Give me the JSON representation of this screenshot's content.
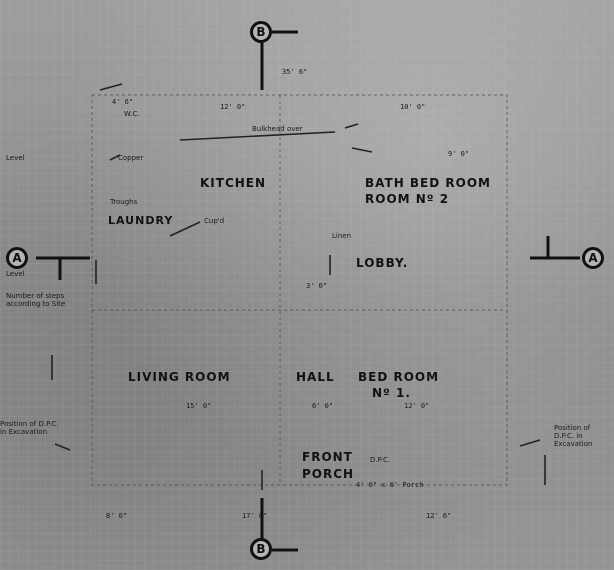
{
  "markers": {
    "a": "A",
    "b": "B"
  },
  "rooms": {
    "kitchen": "KITCHEN",
    "laundry": "LAUNDRY",
    "bath_bed_1": "BATH BED ROOM",
    "bath_bed_2": "ROOM Nº 2",
    "lobby": "LOBBY.",
    "living": "LIVING  ROOM",
    "hall": "HALL",
    "bedroom1_a": "BED ROOM",
    "bedroom1_b": "Nº 1.",
    "front": "FRONT",
    "porch": "PORCH"
  },
  "notes": {
    "wc": "W.C.",
    "copper": "Copper",
    "troughs": "Troughs",
    "level": "Level",
    "steps": "Number of steps according to Site",
    "dpc": "D.P.C.",
    "bulkhead": "Bulkhead over",
    "linen": "Linen",
    "cupd": "Cup'd",
    "excavation_left": "Position of D.P.C. in Excavation",
    "excavation_right": "Position of D.P.C. in Excavation"
  },
  "dims": {
    "overall_top": "35' 6\"",
    "wc_width": "4' 6\"",
    "kitchen_width": "12' 0\"",
    "bath_width": "10' 0\"",
    "bed2_width": "9' 0\"",
    "lobby_width": "3' 0\"",
    "living_width": "15' 0\"",
    "hall_width": "6' 0\"",
    "bed1_width": "12' 0\"",
    "bottom_left": "8' 0\"",
    "bottom_mid": "17' 0\"",
    "bottom_right": "12' 6\"",
    "porch": "4' 0\" x 6' Porch"
  }
}
